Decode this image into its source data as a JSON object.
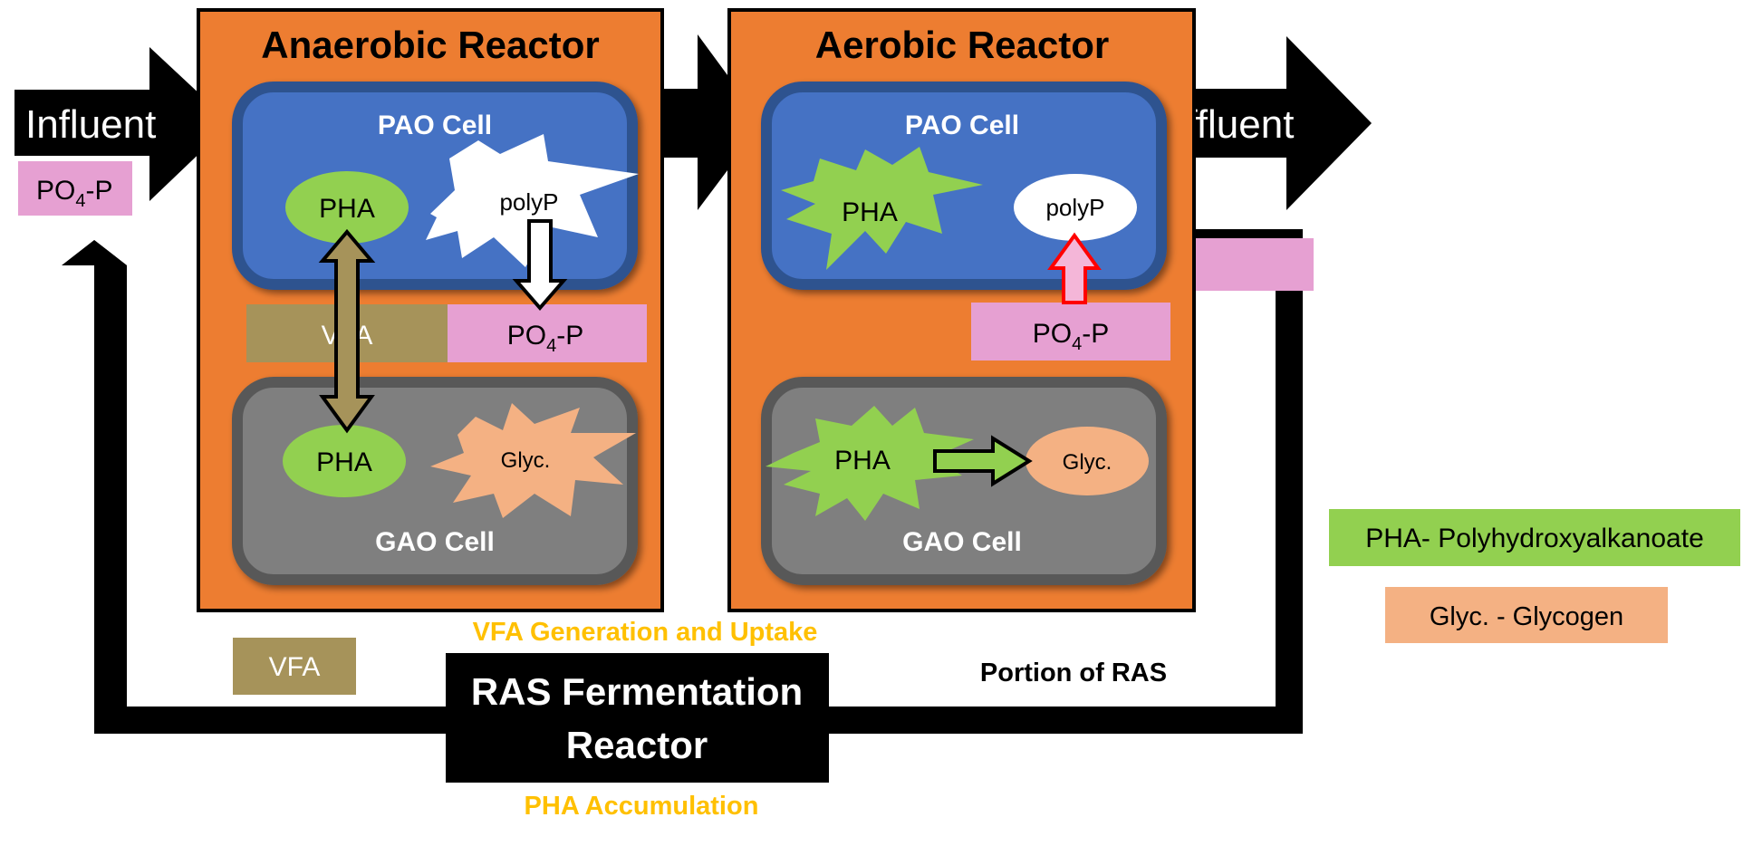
{
  "colors": {
    "reactor": "#ED7D31",
    "pao_cell": "#4472C4",
    "pao_border": "#2F528F",
    "gao_cell": "#7F7F7F",
    "gao_border": "#595959",
    "pha": "#92D050",
    "glycogen": "#F4B183",
    "po4": "#E6A0D2",
    "vfa": "#A6935A",
    "accent_text": "#FFC000",
    "release_arrow": "#FF0000"
  },
  "influent": {
    "label": "Influent",
    "po4_base": "PO",
    "po4_sub": "4",
    "po4_tail": "-P"
  },
  "effluent": {
    "label": "Effluent"
  },
  "anaerobic": {
    "title": "Anaerobic Reactor",
    "pao": {
      "label": "PAO Cell",
      "pha": "PHA",
      "polyp": "polyP"
    },
    "gao": {
      "label": "GAO Cell",
      "pha": "PHA",
      "glyc": "Glyc."
    },
    "vfa": "VFA",
    "po4_base": "PO",
    "po4_sub": "4",
    "po4_tail": "-P"
  },
  "aerobic": {
    "title": "Aerobic Reactor",
    "pao": {
      "label": "PAO Cell",
      "pha": "PHA",
      "polyp": "polyP"
    },
    "gao": {
      "label": "GAO Cell",
      "pha": "PHA",
      "glyc": "Glyc."
    },
    "po4_base": "PO",
    "po4_sub": "4",
    "po4_tail": "-P"
  },
  "ras": {
    "line1": "RAS Fermentation",
    "line2": "Reactor",
    "top_note": "VFA Generation and Uptake",
    "bottom_note": "PHA Accumulation",
    "vfa": "VFA",
    "portion": "Portion of RAS"
  },
  "legend": {
    "pha": "PHA- Polyhydroxyalkanoate",
    "glyc": "Glyc. - Glycogen"
  }
}
